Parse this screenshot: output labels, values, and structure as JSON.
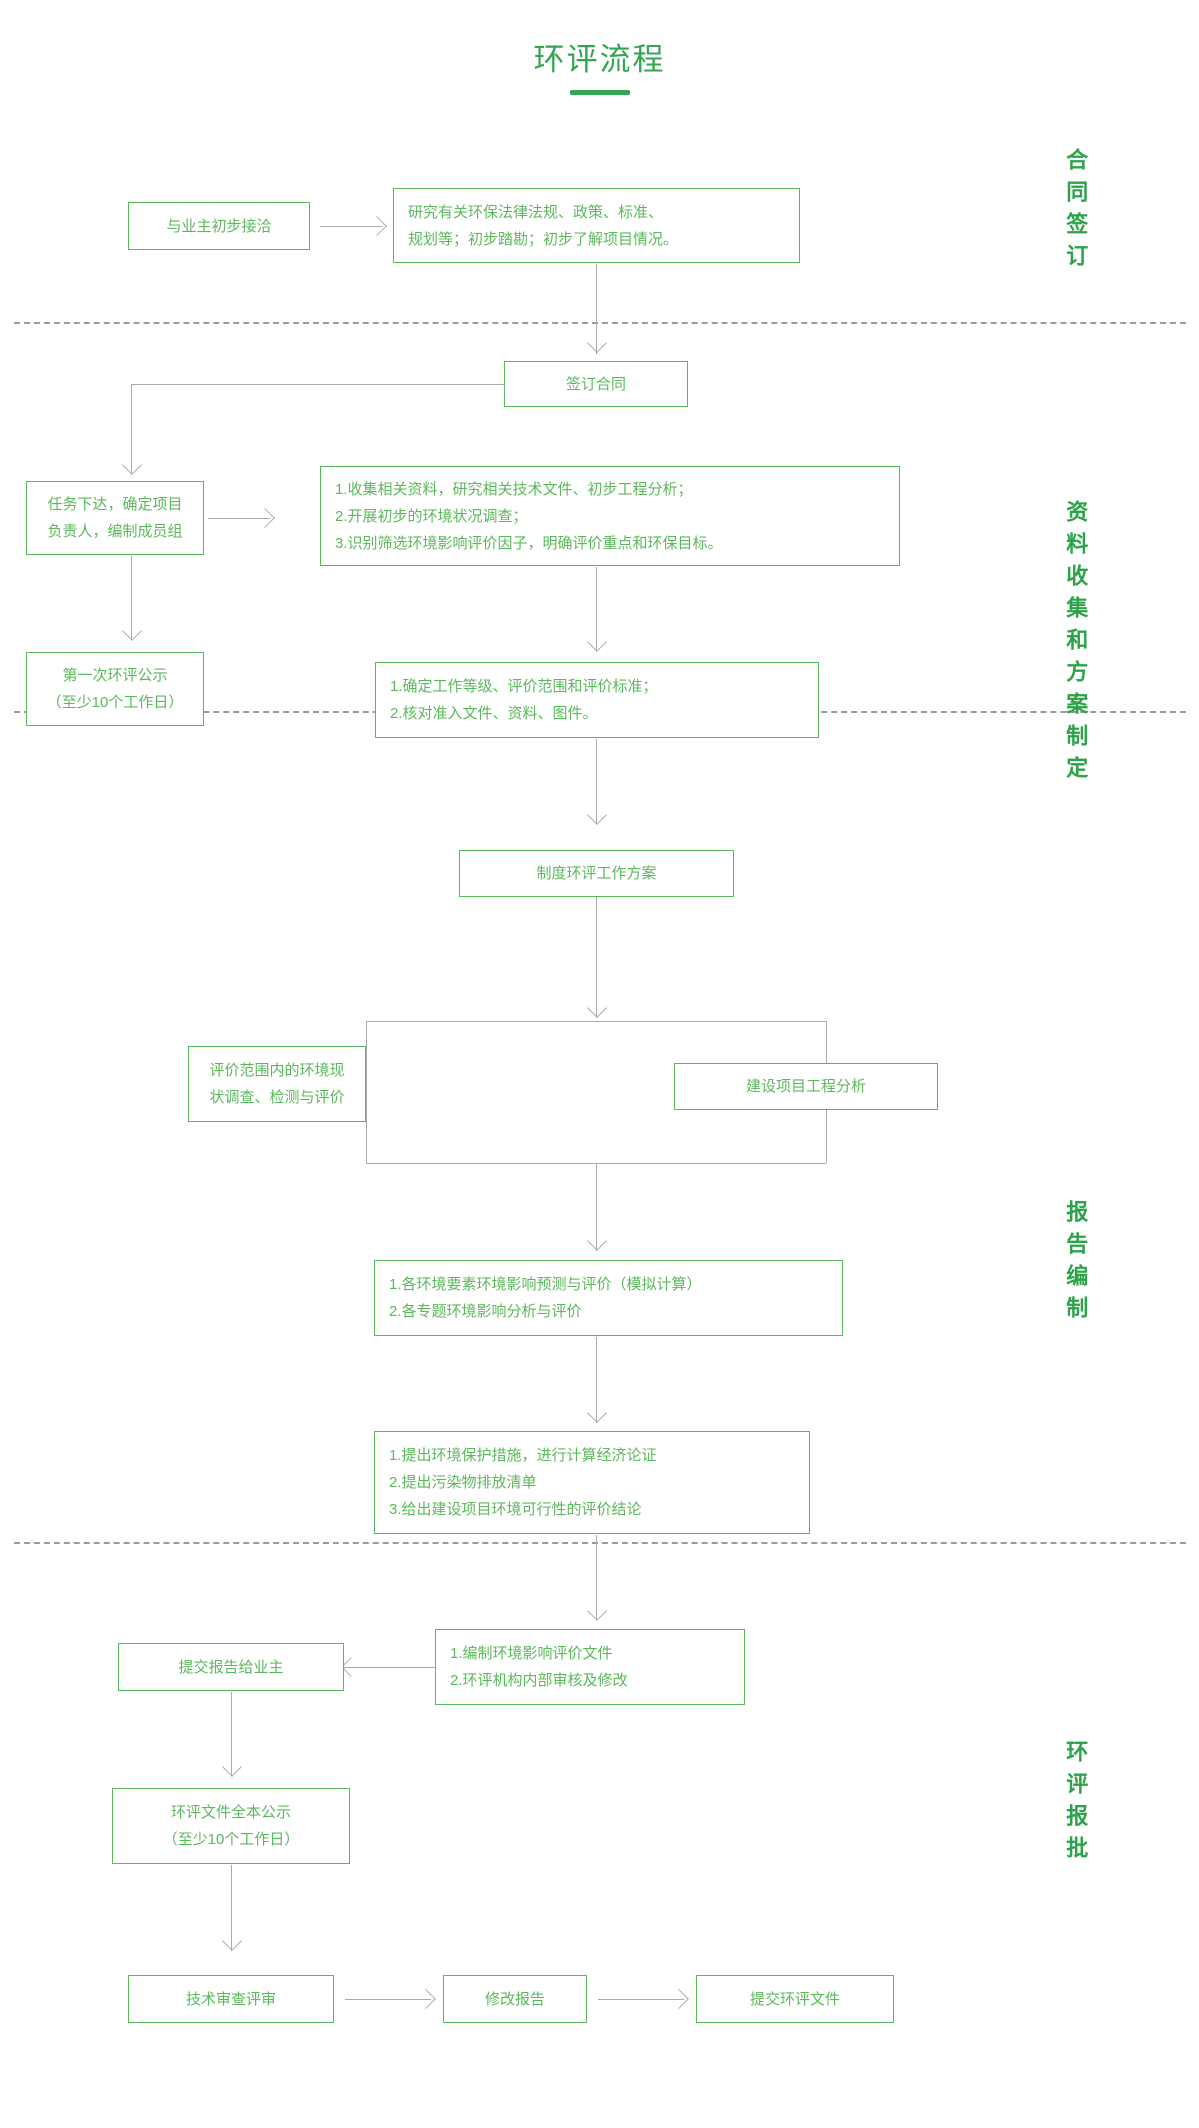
{
  "title": "环评流程",
  "sections": [
    {
      "label": "合同签订"
    },
    {
      "label": "资料收集和方案制定"
    },
    {
      "label": "报告编制"
    },
    {
      "label": "环评报批"
    }
  ],
  "nodes": {
    "n1": "与业主初步接洽",
    "n2": "研究有关环保法律法规、政策、标准、\n规划等；初步踏勘；初步了解项目情况。",
    "n3": "签订合同",
    "n4": "任务下达，确定项目\n负责人，编制成员组",
    "n5": "1.收集相关资料，研究相关技术文件、初步工程分析；\n2.开展初步的环境状况调查；\n3.识别筛选环境影响评价因子，明确评价重点和环保目标。",
    "n6": "第一次环评公示\n（至少10个工作日）",
    "n7": "1.确定工作等级、评价范围和评价标准；\n2.核对准入文件、资料、图件。",
    "n8": "制度环评工作方案",
    "n9": "评价范围内的环境现\n状调查、检测与评价",
    "n10": "建设项目工程分析",
    "n11": "1.各环境要素环境影响预测与评价（模拟计算）\n2.各专题环境影响分析与评价",
    "n12": "1.提出环境保护措施，进行计算经济论证\n2.提出污染物排放清单\n3.给出建设项目环境可行性的评价结论",
    "n13": "提交报告给业主",
    "n14": "1.编制环境影响评价文件\n2.环评机构内部审核及修改",
    "n15": "环评文件全本公示\n（至少10个工作日）",
    "n16": "技术审查评审",
    "n17": "修改报告",
    "n18": "提交环评文件"
  },
  "colors": {
    "accent": "#33a651",
    "box_border": "#5cb85c",
    "box_text": "#5cb85c",
    "connector": "#aaaaaa",
    "separator": "#9a9a9a",
    "background": "#ffffff"
  }
}
